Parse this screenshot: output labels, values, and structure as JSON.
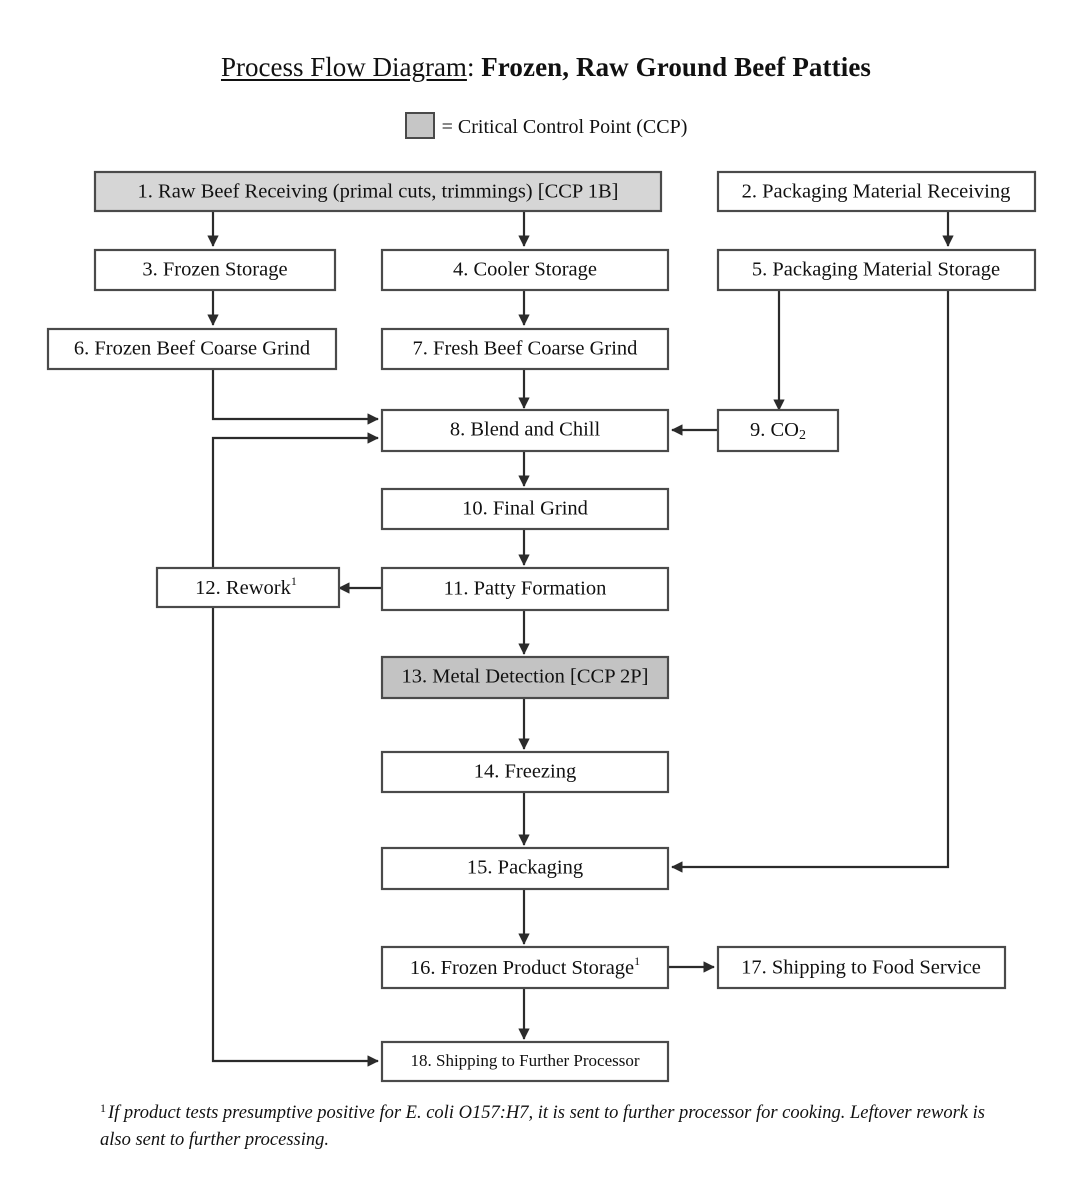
{
  "title": {
    "lead": "Process Flow Diagram",
    "colon": ":",
    "main": "Frozen, Raw Ground Beef Patties"
  },
  "legend": {
    "swatch_color": "#c6c6c6",
    "text": "= Critical Control Point (CCP)"
  },
  "colors": {
    "ccp_light_fill": "#d6d6d6",
    "ccp_dark_fill": "#c3c3c3",
    "box_fill": "#ffffff",
    "box_stroke": "#4a4a4a",
    "edge_stroke": "#2b2b2b"
  },
  "nodes": [
    {
      "id": 1,
      "label": "1. Raw Beef Receiving (primal cuts, trimmings) [CCP 1B]",
      "ccp": true,
      "shade": "light"
    },
    {
      "id": 2,
      "label": "2. Packaging Material Receiving",
      "ccp": false
    },
    {
      "id": 3,
      "label": "3. Frozen Storage",
      "ccp": false
    },
    {
      "id": 4,
      "label": "4. Cooler Storage",
      "ccp": false
    },
    {
      "id": 5,
      "label": "5. Packaging Material Storage",
      "ccp": false
    },
    {
      "id": 6,
      "label": "6. Frozen Beef Coarse Grind",
      "ccp": false
    },
    {
      "id": 7,
      "label": "7. Fresh Beef Coarse Grind",
      "ccp": false
    },
    {
      "id": 8,
      "label": "8. Blend and Chill",
      "ccp": false
    },
    {
      "id": 9,
      "label": "9. CO2",
      "label_base": "9. CO",
      "label_sub": "2",
      "ccp": false
    },
    {
      "id": 10,
      "label": "10. Final Grind",
      "ccp": false
    },
    {
      "id": 11,
      "label": "11. Patty Formation",
      "ccp": false
    },
    {
      "id": 12,
      "label": "12. Rework",
      "footnote_mark": "1",
      "ccp": false
    },
    {
      "id": 13,
      "label": "13. Metal Detection [CCP 2P]",
      "ccp": true,
      "shade": "dark"
    },
    {
      "id": 14,
      "label": "14. Freezing",
      "ccp": false
    },
    {
      "id": 15,
      "label": "15. Packaging",
      "ccp": false
    },
    {
      "id": 16,
      "label": "16. Frozen Product Storage",
      "footnote_mark": "1",
      "ccp": false
    },
    {
      "id": 17,
      "label": "17. Shipping to Food Service",
      "ccp": false
    },
    {
      "id": 18,
      "label": "18. Shipping to Further Processor",
      "ccp": false
    }
  ],
  "edges": [
    {
      "from": 1,
      "to": 3,
      "kind": "vertical"
    },
    {
      "from": 1,
      "to": 4,
      "kind": "vertical"
    },
    {
      "from": 2,
      "to": 5,
      "kind": "vertical"
    },
    {
      "from": 3,
      "to": 6,
      "kind": "vertical"
    },
    {
      "from": 4,
      "to": 7,
      "kind": "vertical"
    },
    {
      "from": 5,
      "to": 9,
      "kind": "vertical"
    },
    {
      "from": 5,
      "to": 15,
      "kind": "elbow-right-down-left"
    },
    {
      "from": 6,
      "to": 8,
      "kind": "elbow-down-right"
    },
    {
      "from": 7,
      "to": 8,
      "kind": "vertical"
    },
    {
      "from": 9,
      "to": 8,
      "kind": "horizontal-left"
    },
    {
      "from": 8,
      "to": 10,
      "kind": "vertical"
    },
    {
      "from": 10,
      "to": 11,
      "kind": "vertical"
    },
    {
      "from": 11,
      "to": 12,
      "kind": "horizontal-left"
    },
    {
      "from": 12,
      "to": 8,
      "kind": "elbow-up-right"
    },
    {
      "from": 12,
      "to": 18,
      "kind": "elbow-down-right"
    },
    {
      "from": 11,
      "to": 13,
      "kind": "vertical"
    },
    {
      "from": 13,
      "to": 14,
      "kind": "vertical"
    },
    {
      "from": 14,
      "to": 15,
      "kind": "vertical"
    },
    {
      "from": 15,
      "to": 16,
      "kind": "vertical"
    },
    {
      "from": 16,
      "to": 17,
      "kind": "horizontal-right"
    },
    {
      "from": 16,
      "to": 18,
      "kind": "vertical"
    }
  ],
  "footnote": {
    "mark": "1",
    "text": "If product tests presumptive positive for E. coli O157:H7, it is sent to further processor for cooking. Leftover rework is also sent to further processing."
  }
}
